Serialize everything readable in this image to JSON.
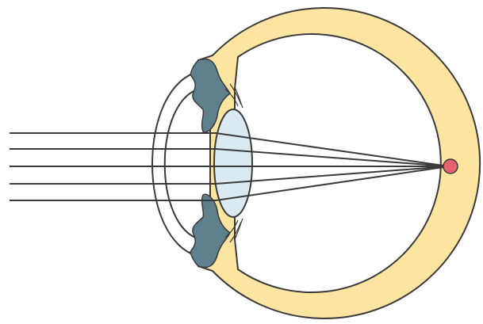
{
  "diagram": {
    "colors": {
      "background": "#ffffff",
      "outline": "#3a3a3a",
      "sclera": "#fbe5a0",
      "iris": "#5e7f8c",
      "lens": "#dbeaf1",
      "focal_point": "#e8626e",
      "light_ray": "#3a3a3a"
    },
    "light_rays": 5,
    "structures": [
      "eyeball-wall",
      "cornea",
      "iris",
      "ciliary-body",
      "lens",
      "focal-point"
    ]
  }
}
